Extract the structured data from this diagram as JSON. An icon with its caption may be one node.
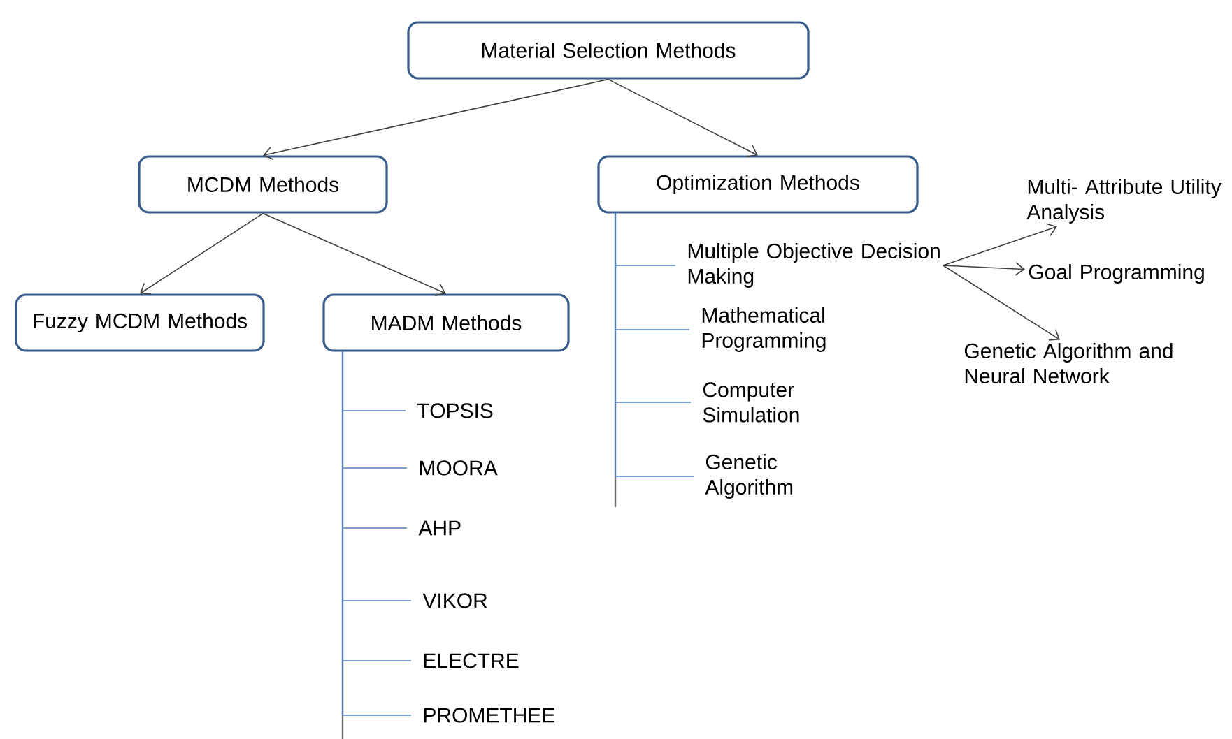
{
  "diagram": {
    "nodes": [
      {
        "text": [
          "Material Selection Methods"
        ]
      },
      {
        "text": [
          "MCDM Methods"
        ]
      },
      {
        "text": [
          "Optimization Methods"
        ]
      },
      {
        "text": [
          "Fuzzy MCDM Methods"
        ]
      },
      {
        "text": [
          "MADM Methods"
        ]
      },
      {
        "text": [
          "TOPSIS"
        ]
      },
      {
        "text": [
          "MOORA"
        ]
      },
      {
        "text": [
          "AHP"
        ]
      },
      {
        "text": [
          "VIKOR"
        ]
      },
      {
        "text": [
          "ELECTRE"
        ]
      },
      {
        "text": [
          "PROMETHEE"
        ]
      },
      {
        "text": [
          "Multiple Objective Decision Making"
        ]
      },
      {
        "text": [
          "Mathematical Programming"
        ]
      },
      {
        "text": [
          "Computer Simulation"
        ]
      },
      {
        "text": [
          "Genetic Algorithm"
        ]
      },
      {
        "text": [
          "Multi- Attribute Utility Analysis"
        ]
      },
      {
        "text": [
          "Goal Programming"
        ]
      },
      {
        "text": [
          "Genetic Algorithm and Neural Network"
        ]
      }
    ],
    "edges": [
      {
        "from": 0,
        "to": 1,
        "arrow": "to",
        "color": "#404040"
      },
      {
        "from": 0,
        "to": 2,
        "arrow": "to",
        "color": "#404040"
      },
      {
        "from": 1,
        "to": 3,
        "arrow": "to",
        "color": "#404040"
      },
      {
        "from": 1,
        "to": 4,
        "arrow": "to",
        "color": "#404040"
      },
      {
        "from": 4,
        "to": 5,
        "arrow": "none"
      },
      {
        "from": 4,
        "to": 6,
        "arrow": "none"
      },
      {
        "from": 4,
        "to": 7,
        "arrow": "none"
      },
      {
        "from": 4,
        "to": 8,
        "arrow": "none"
      },
      {
        "from": 4,
        "to": 9,
        "arrow": "none"
      },
      {
        "from": 4,
        "to": 10,
        "arrow": "none"
      },
      {
        "from": 2,
        "to": 11,
        "arrow": "none"
      },
      {
        "from": 2,
        "to": 12,
        "arrow": "none"
      },
      {
        "from": 2,
        "to": 13,
        "arrow": "none"
      },
      {
        "from": 2,
        "to": 14,
        "arrow": "none"
      },
      {
        "from": 11,
        "to": 15,
        "arrow": "to",
        "color": "#404040"
      },
      {
        "from": 11,
        "to": 16,
        "arrow": "to",
        "color": "#404040"
      },
      {
        "from": 11,
        "to": 17,
        "arrow": "to",
        "color": "#404040"
      }
    ]
  }
}
